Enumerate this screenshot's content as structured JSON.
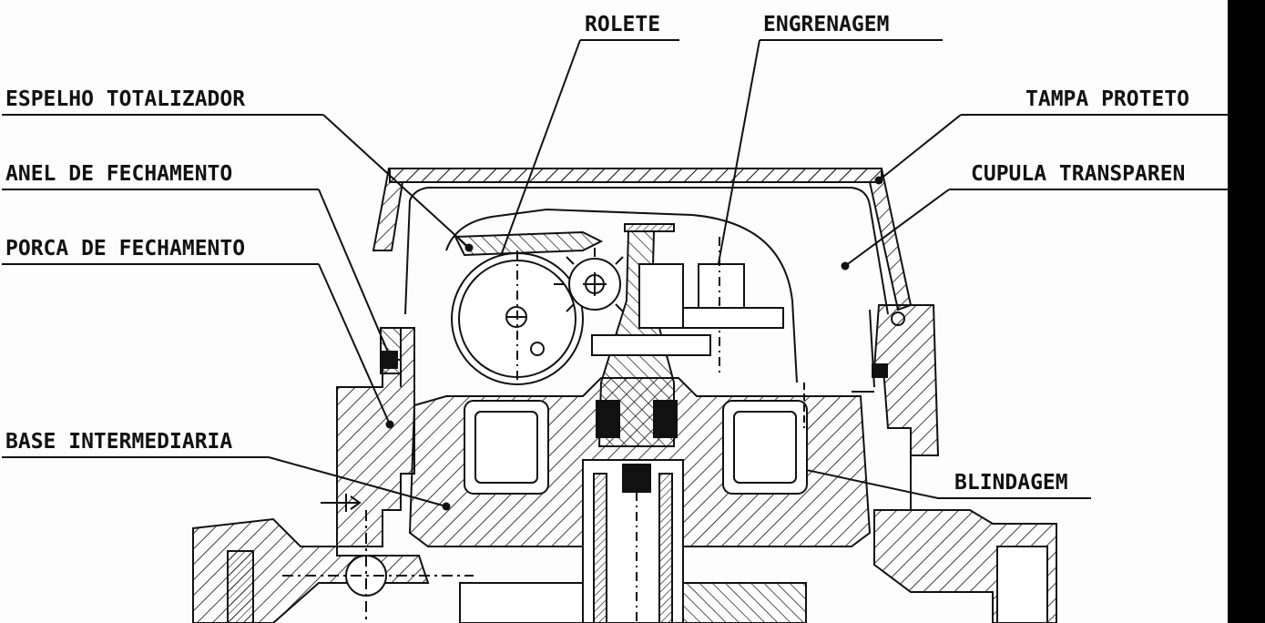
{
  "labels": {
    "rolete": "ROLETE",
    "engrenagem": "ENGRENAGEM",
    "espelho_totalizador": "ESPELHO TOTALIZADOR",
    "tampa_protetora": "TAMPA PROTETO",
    "anel_de_fechamento": "ANEL DE FECHAMENTO",
    "cupula_transparente": "CUPULA TRANSPAREN",
    "porca_de_fechamento": "PORCA DE FECHAMENTO",
    "base_intermediaria": "BASE INTERMEDIARIA",
    "blindagem": "BLINDAGEM"
  },
  "colors": {
    "ink": "#111111",
    "paper": "#fdfdfd",
    "edge_bar": "#000000"
  }
}
